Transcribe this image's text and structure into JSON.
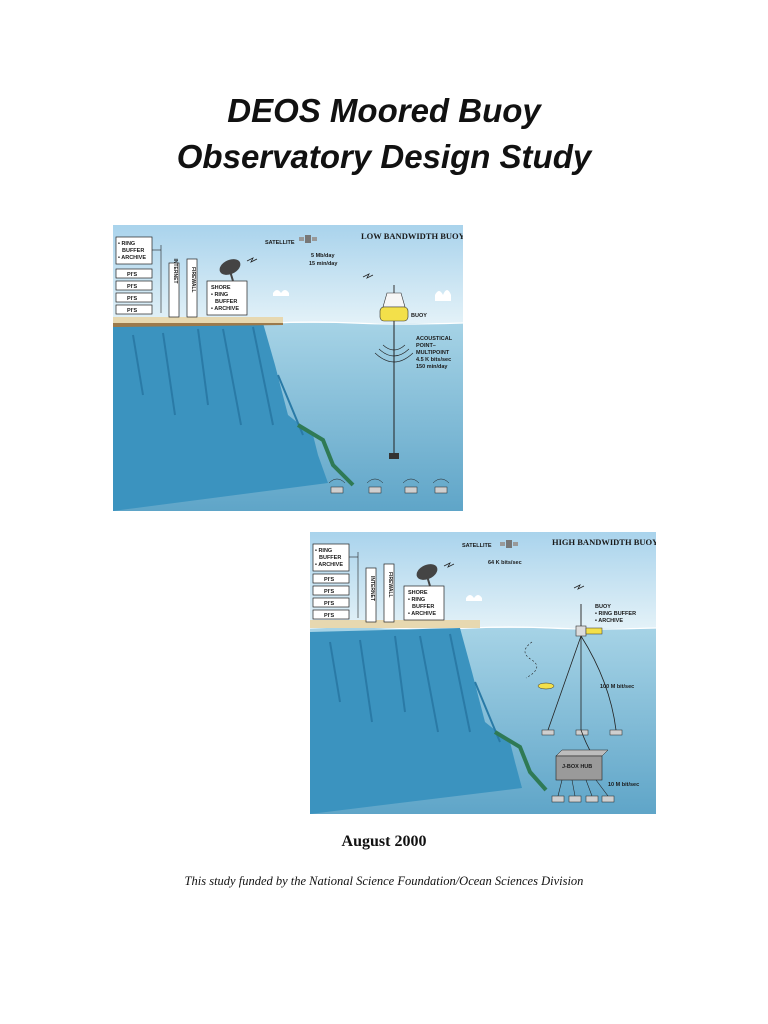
{
  "document": {
    "title_line1": "DEOS Moored Buoy",
    "title_line2": "Observatory Design Study",
    "date": "August 2000",
    "funding": "This study funded by the National Science Foundation/Ocean Sciences Division"
  },
  "figure_low": {
    "heading": "LOW BANDWIDTH BUOY",
    "satellite": "SATELLITE",
    "rate1": "5 Mb/day",
    "rate2": "15 min/day",
    "archive_lines": [
      "• RING",
      "BUFFER",
      "• ARCHIVE"
    ],
    "pi_boxes": [
      "PI'S",
      "PI'S",
      "PI'S",
      "PI'S"
    ],
    "internet": "INTERNET",
    "firewall": "FIREWALL",
    "shore_lines": [
      "SHORE",
      "• RING",
      "BUFFER",
      "• ARCHIVE"
    ],
    "buoy": "BUOY",
    "acoustic_lines": [
      "ACOUSTICAL",
      "POINT–",
      "MULTIPOINT",
      "4.5 K bits/sec",
      "150 min/day"
    ]
  },
  "figure_high": {
    "heading": "HIGH BANDWIDTH BUOY",
    "satellite": "SATELLITE",
    "rate1": "64 K bits/sec",
    "archive_lines": [
      "• RING",
      "BUFFER",
      "• ARCHIVE"
    ],
    "pi_boxes": [
      "PI'S",
      "PI'S",
      "PI'S",
      "PI'S"
    ],
    "internet": "INTERNET",
    "firewall": "FIREWALL",
    "shore_lines": [
      "SHORE",
      "• RING",
      "BUFFER",
      "• ARCHIVE"
    ],
    "buoy_lines": [
      "BUOY",
      "• RING BUFFER",
      "• ARCHIVE"
    ],
    "rate_cable": "100 M bit/sec",
    "jbox": "J-BOX HUB",
    "rate_jbox": "10 M bit/sec"
  },
  "colors": {
    "sky": "#cfe6f3",
    "sea": "#8cc3dc",
    "deep": "#5fa8cc",
    "cliff": "#3d9cc4",
    "text": "#111111"
  }
}
